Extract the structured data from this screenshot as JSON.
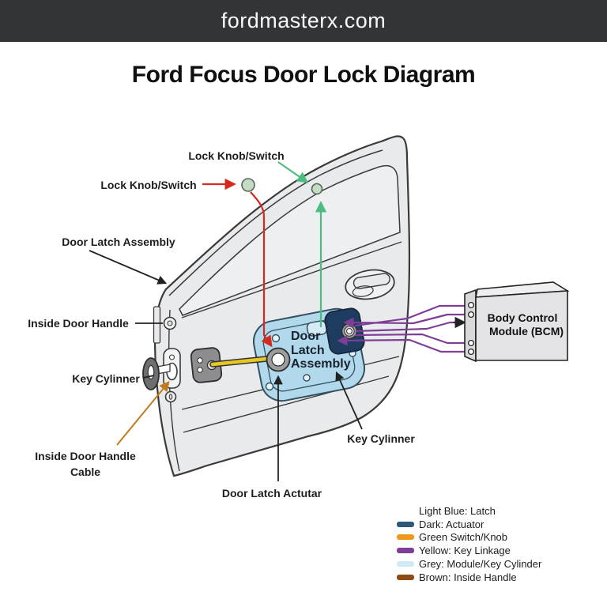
{
  "header": {
    "site": "fordmasterx.com"
  },
  "title": "Ford Focus Door Lock Diagram",
  "labels": {
    "lock_knob_top": "Lock Knob/Switch",
    "lock_knob_left": "Lock Knob/Switch",
    "door_latch_assembly": "Door Latch Assembly",
    "inside_door_handle": "Inside Door Handle",
    "key_cylinder_left": "Key Cylinner",
    "inside_door_handle_cable_line1": "Inside Door Handle",
    "inside_door_handle_cable_line2": "Cable",
    "door_latch_actuator": "Door Latch Actutar",
    "key_cylinder_bottom": "Key Cylinner",
    "latch_plate_line1": "Door",
    "latch_plate_line2": "Latch",
    "latch_plate_line3": "Assembly",
    "bcm_line1": "Body Control",
    "bcm_line2": "Module (BCM)"
  },
  "legend": {
    "items": [
      {
        "label": "Light Blue: Latch",
        "color": "#ffffff"
      },
      {
        "label": "Dark: Actuator",
        "color": "#2e5878"
      },
      {
        "label": "Green Switch/Knob",
        "color": "#f0981e"
      },
      {
        "label": "Yellow: Key Linkage",
        "color": "#7e3e97"
      },
      {
        "label": "Grey: Module/Key Cylinder",
        "color": "#cfe9f5"
      },
      {
        "label": "Brown: Inside Handle",
        "color": "#8e4c15"
      }
    ]
  },
  "colors": {
    "header_bg": "#333436",
    "red_arrow": "#d7281d",
    "green_arrow": "#4cbc82",
    "orange_cable": "#c17a1e",
    "purple_wire": "#7e3e97",
    "yellow_rod": "#e9c723",
    "latch_plate": "#b2d8eb",
    "actuator": "#1e3c60",
    "door_fill": "#e9eaec"
  }
}
